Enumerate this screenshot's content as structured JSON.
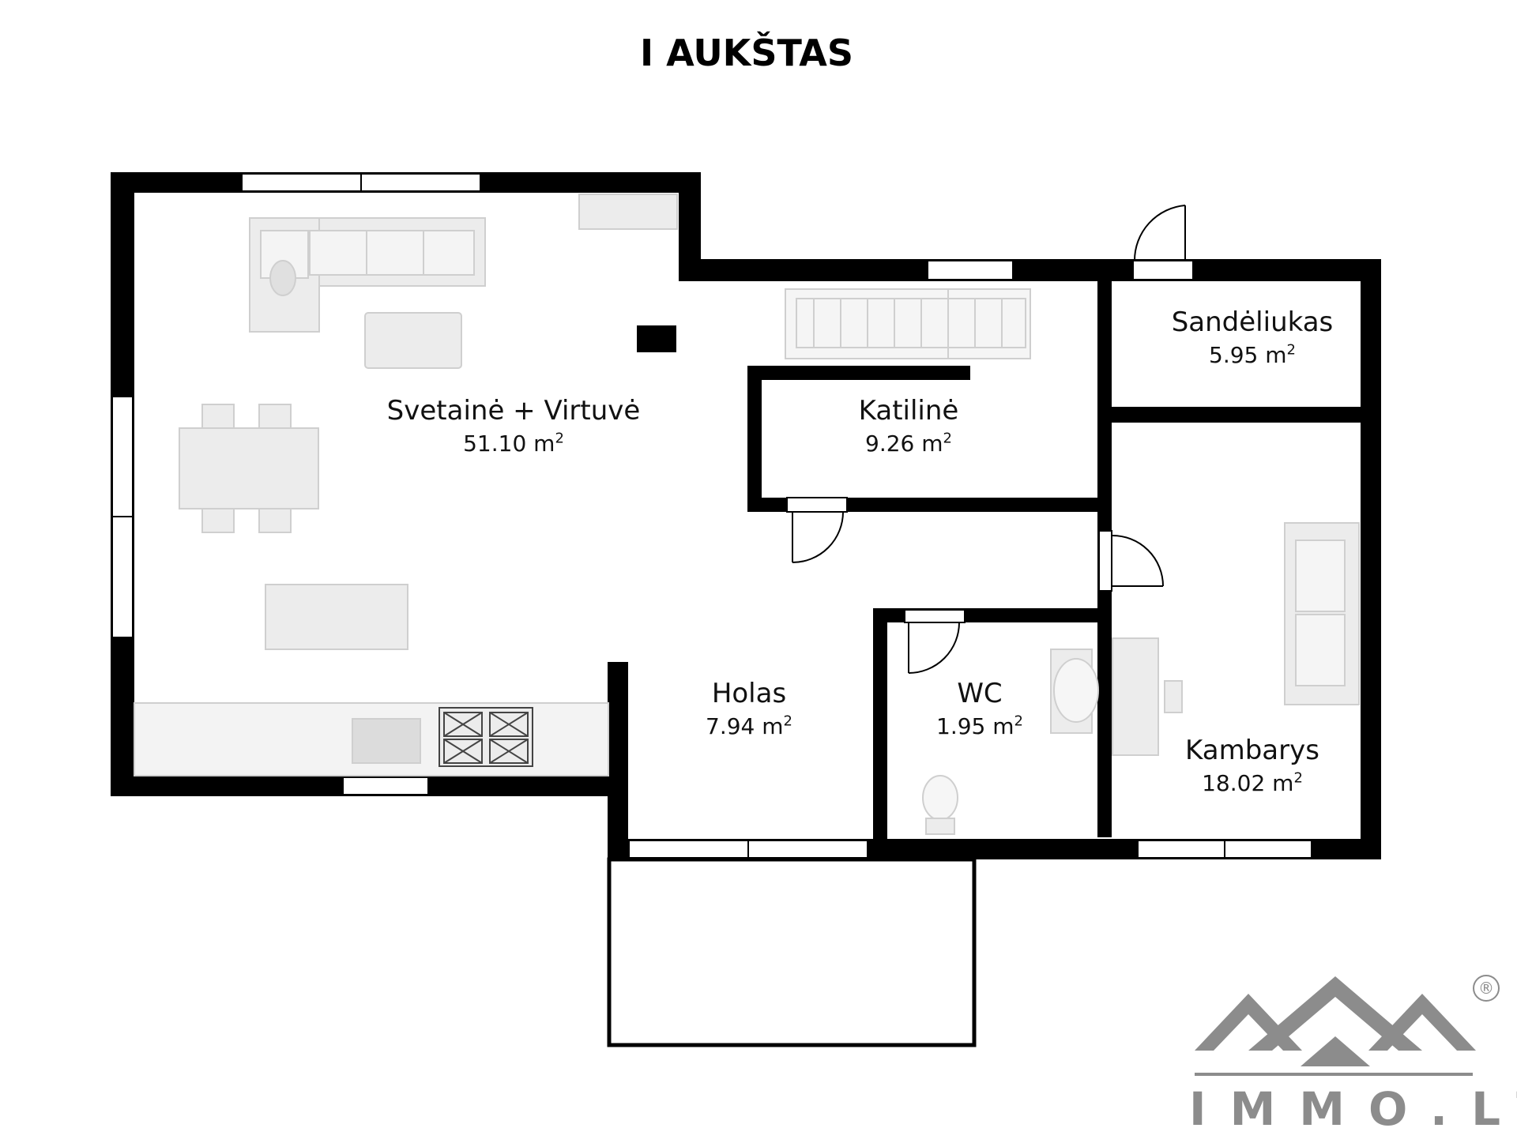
{
  "plan": {
    "title": "I AUKŠTAS",
    "rooms": [
      {
        "name": "Svetainė + Virtuvė",
        "area": "51.10 m",
        "unit_sup": "2"
      },
      {
        "name": "Katilinė",
        "area": "9.26 m",
        "unit_sup": "2"
      },
      {
        "name": "Sandėliukas",
        "area": "5.95 m",
        "unit_sup": "2"
      },
      {
        "name": "Holas",
        "area": "7.94 m",
        "unit_sup": "2"
      },
      {
        "name": "WC",
        "area": "1.95 m",
        "unit_sup": "2"
      },
      {
        "name": "Kambarys",
        "area": "18.02 m",
        "unit_sup": "2"
      }
    ]
  },
  "brand": {
    "name": "IMMO.LT",
    "registered": "®",
    "color": "#8c8c8c"
  },
  "colors": {
    "wall": "#000000",
    "furniture": "#e8e8e8",
    "furniture_stroke": "#c8c8c8"
  }
}
